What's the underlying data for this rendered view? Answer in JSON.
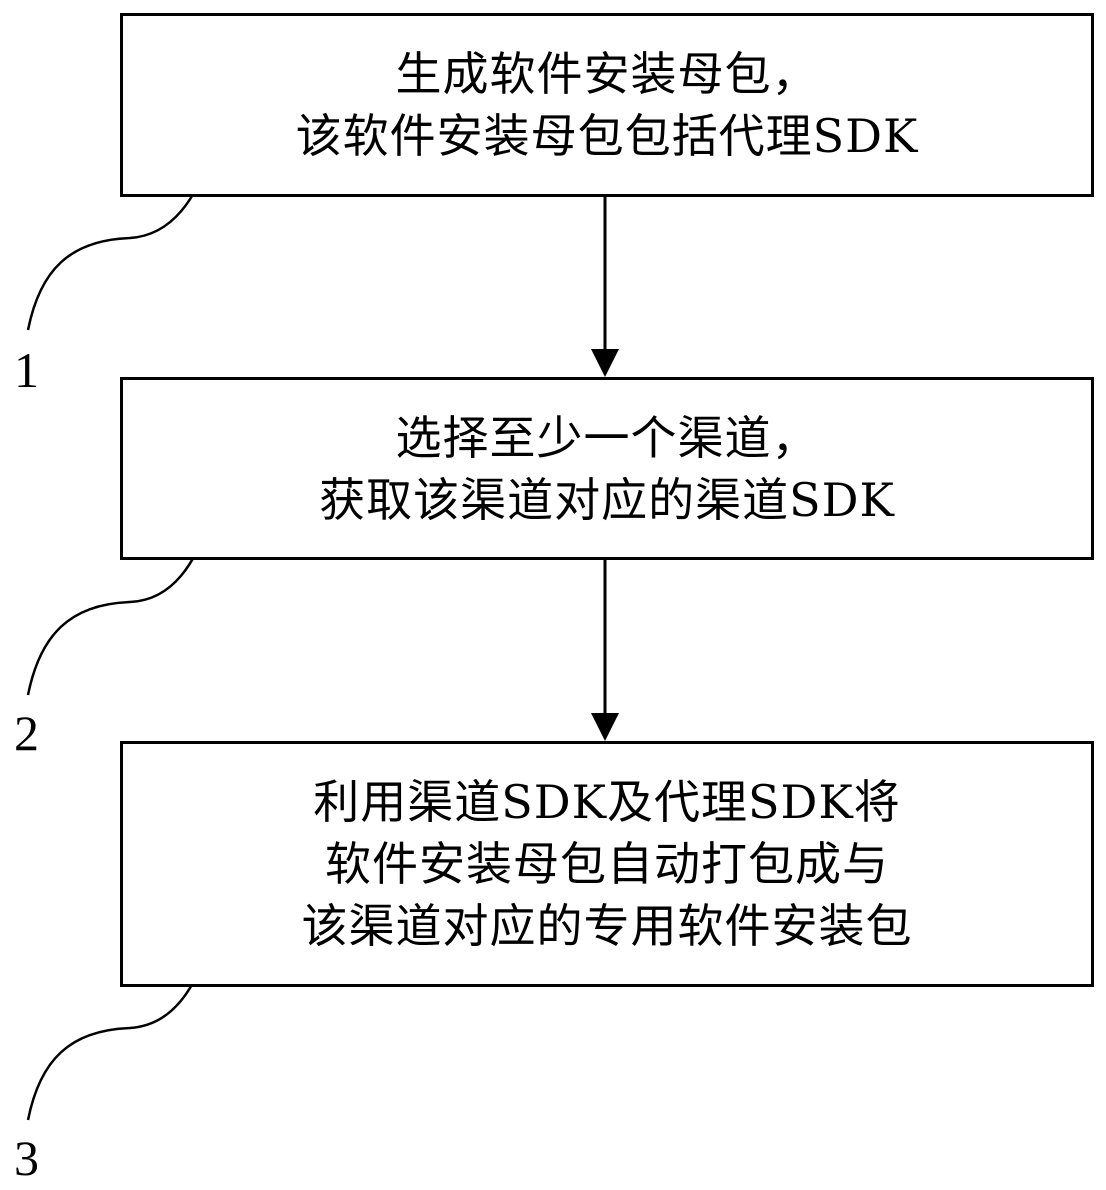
{
  "steps": [
    {
      "number": "1",
      "lines": [
        "生成软件安装母包，",
        "该软件安装母包包括代理SDK"
      ]
    },
    {
      "number": "2",
      "lines": [
        "选择至少一个渠道，",
        "获取该渠道对应的渠道SDK"
      ]
    },
    {
      "number": "3",
      "lines": [
        "利用渠道SDK及代理SDK将",
        "软件安装母包自动打包成与",
        "该渠道对应的专用软件安装包"
      ]
    }
  ],
  "colors": {
    "stroke": "#000000",
    "background": "#ffffff"
  }
}
